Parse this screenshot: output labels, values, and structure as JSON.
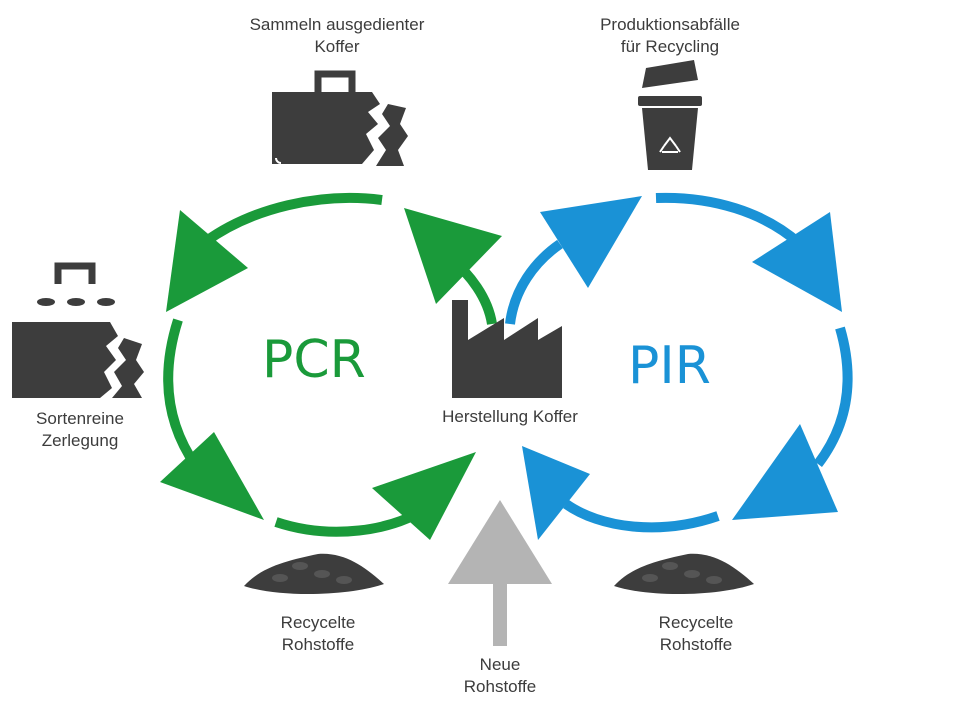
{
  "labels": {
    "collect": [
      "Sammeln ausgedienter",
      "Koffer"
    ],
    "production_waste": [
      "Produktionsabfälle",
      "für Recycling"
    ],
    "disassembly": [
      "Sortenreine",
      "Zerlegung"
    ],
    "manufacturing": "Herstellung Koffer",
    "recycled_left": [
      "Recycelte",
      "Rohstoffe"
    ],
    "recycled_right": [
      "Recycelte",
      "Rohstoffe"
    ],
    "new_material": [
      "Neue",
      "Rohstoffe"
    ]
  },
  "cycles": {
    "left": "PCR",
    "right": "PIR"
  },
  "colors": {
    "pcr_green": "#1a9a3a",
    "pir_blue": "#1a92d6",
    "new_gray": "#b4b4b4",
    "icon_dark": "#3d3d3d"
  },
  "icons": [
    "broken-suitcase-icon",
    "recycling-bin-icon",
    "disassembled-suitcase-icon",
    "factory-icon",
    "pellets-icon",
    "recycling-symbol-icon"
  ]
}
